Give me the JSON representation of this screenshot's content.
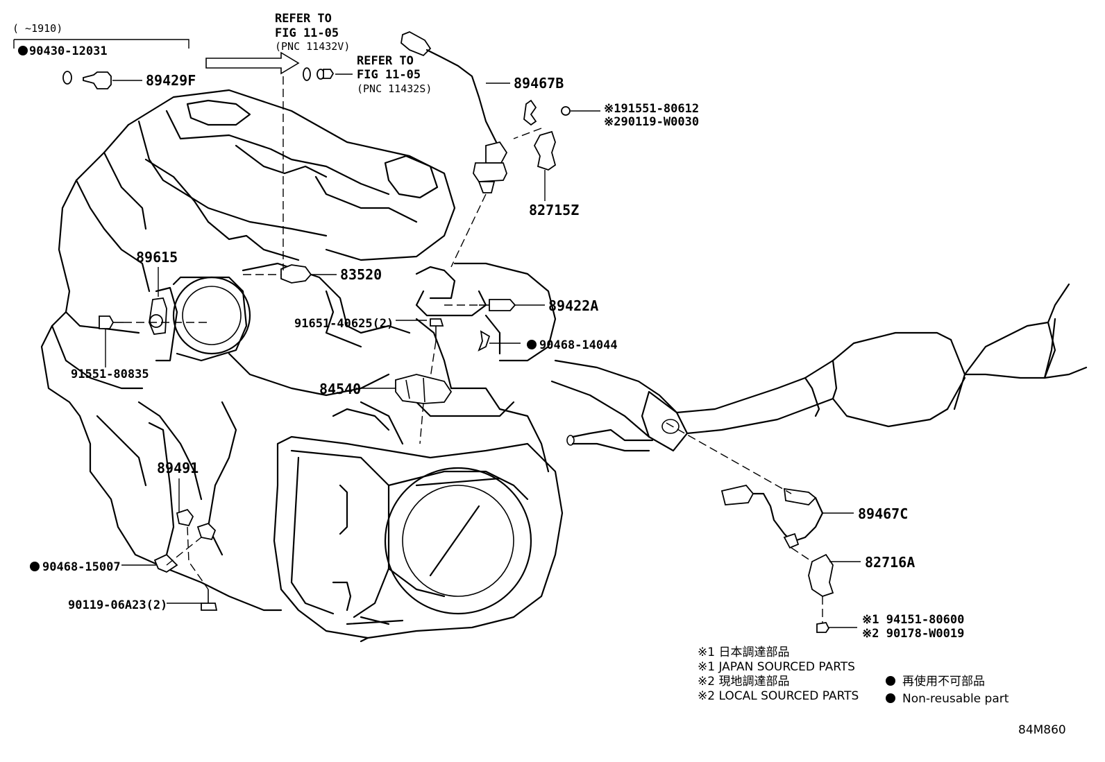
{
  "date_range": "(       ~1910)",
  "callouts": {
    "c_90430_12031": "90430-12031",
    "c_89429F": "89429F",
    "c_refer1_l1": "REFER TO",
    "c_refer1_l2": "FIG 11-05",
    "c_refer1_l3": "(PNC 11432V)",
    "c_refer2_l1": "REFER TO",
    "c_refer2_l2": "FIG 11-05",
    "c_refer2_l3": "(PNC 11432S)",
    "c_89467B": "89467B",
    "c_191551_80612": "※191551-80612",
    "c_290119_W0030": "※290119-W0030",
    "c_82715Z": "82715Z",
    "c_89615": "89615",
    "c_83520": "83520",
    "c_89422A": "89422A",
    "c_91651_40625": "91651-40625(2)",
    "c_90468_14044": "90468-14044",
    "c_91551_80835": "91551-80835",
    "c_84540": "84540",
    "c_89491": "89491",
    "c_89467C": "89467C",
    "c_82716A": "82716A",
    "c_90468_15007": "90468-15007",
    "c_90119_06A23": "90119-06A23(2)",
    "c_194151_80600": "※1 94151-80600",
    "c_290178_W0019": "※2 90178-W0019"
  },
  "legend": {
    "l1": "※1 日本調達部品",
    "l2": "※1 JAPAN SOURCED PARTS",
    "l3": "※2 現地調達部品",
    "l4": "※2 LOCAL SOURCED PARTS",
    "l5": "再使用不可部品",
    "l6": "Non-reusable part"
  },
  "figure_id": "84M860",
  "colors": {
    "ink": "#000000",
    "paper": "#ffffff"
  }
}
